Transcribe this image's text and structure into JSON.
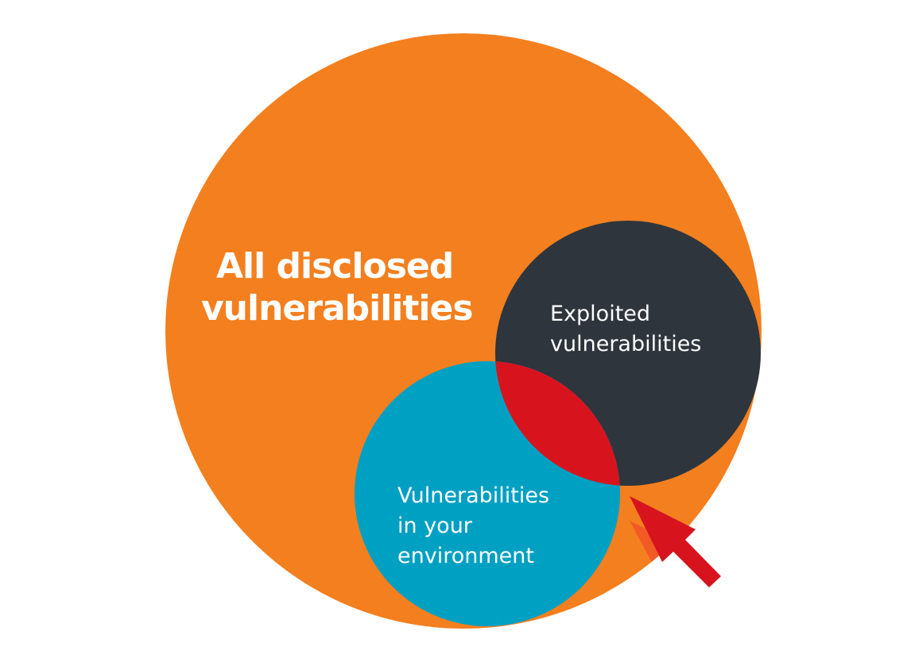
{
  "diagram": {
    "type": "venn",
    "sets": [
      {
        "id": "all",
        "label_lines": [
          "All disclosed",
          "vulnerabilities"
        ],
        "color": "#f47f1e"
      },
      {
        "id": "exploited",
        "label_lines": [
          "Exploited",
          "vulnerabilities"
        ],
        "color": "#2e353d"
      },
      {
        "id": "environment",
        "label_lines": [
          "Vulnerabilities",
          "in your",
          "environment"
        ],
        "color": "#00a0c3"
      }
    ],
    "intersection": {
      "sets": [
        "exploited",
        "environment"
      ],
      "color": "#d7141e"
    },
    "arrow": {
      "color": "#d7141e",
      "shadow_color": "#f15a24",
      "points_to": "intersection"
    }
  }
}
